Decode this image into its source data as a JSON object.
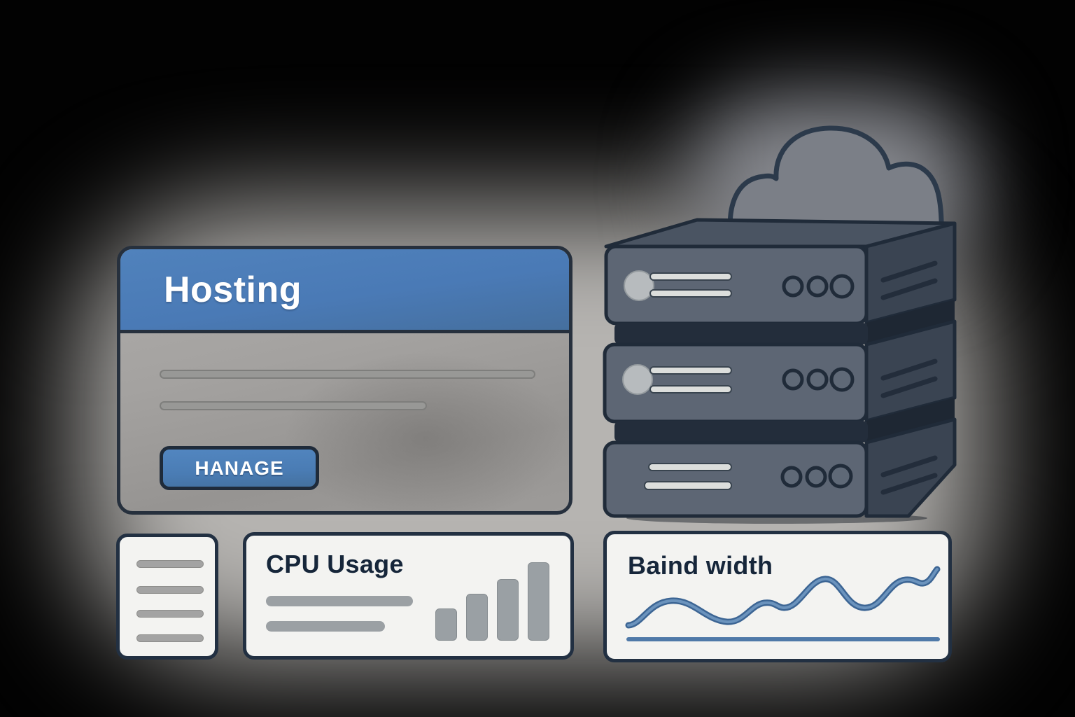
{
  "illustration": {
    "hosting_card": {
      "title": "Hosting",
      "button": "HANAGE",
      "placeholder_lines": 2
    },
    "server_stack": {
      "cloud": "cloud-icon",
      "units": [
        {
          "led": true,
          "label_lines": 2,
          "buttons": 3,
          "vents": 2
        },
        {
          "led": true,
          "label_lines": 2,
          "buttons": 3,
          "vents": 2
        },
        {
          "led": false,
          "label_lines": 2,
          "buttons": 3,
          "vents": 2
        }
      ]
    },
    "notes_card": {
      "placeholder_lines": 4
    },
    "cpu_card": {
      "title": "CPU Usage",
      "placeholder_lines": 2,
      "chart": {
        "type": "bar",
        "values": [
          41,
          60,
          79,
          100
        ]
      }
    },
    "bandwidth_card": {
      "title": "Baind width",
      "chart": {
        "type": "line",
        "trend": "rising",
        "values": [
          20,
          55,
          25,
          52,
          45,
          86,
          45,
          85,
          80,
          100
        ],
        "baseline": true
      }
    },
    "colors": {
      "accent_blue": "#4a7ab6",
      "outline_navy": "#202b39",
      "card_offwhite": "#f3f3f1",
      "chart_blue": "#4f79a8",
      "bar_gray": "#9ba0a4",
      "server_slate": "#5d6674"
    }
  }
}
